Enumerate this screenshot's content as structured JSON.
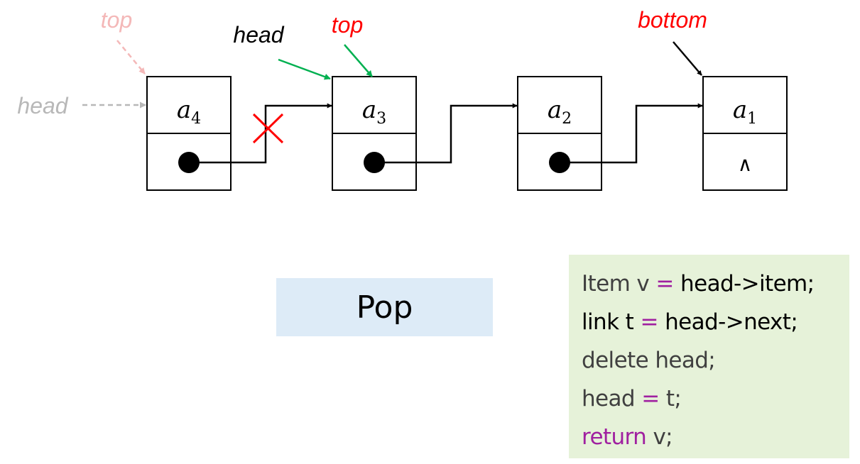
{
  "nodes": [
    {
      "var": "a",
      "sub": "4",
      "link": "dot"
    },
    {
      "var": "a",
      "sub": "3",
      "link": "dot"
    },
    {
      "var": "a",
      "sub": "2",
      "link": "dot"
    },
    {
      "var": "a",
      "sub": "1",
      "link": "∧"
    }
  ],
  "labels": {
    "old_top": "top",
    "old_head": "head",
    "new_head": "head",
    "new_top": "top",
    "bottom": "bottom"
  },
  "operation": "Pop",
  "code": [
    [
      {
        "t": "Item v ",
        "c": "gray"
      },
      {
        "t": "=",
        "c": "purple"
      },
      {
        "t": " head->item;",
        "c": "black"
      }
    ],
    [
      {
        "t": "link t ",
        "c": "black"
      },
      {
        "t": "=",
        "c": "purple"
      },
      {
        "t": " head->next;",
        "c": "black"
      }
    ],
    [
      {
        "t": "delete head;",
        "c": "gray"
      }
    ],
    [
      {
        "t": "head ",
        "c": "gray"
      },
      {
        "t": "=",
        "c": "purple"
      },
      {
        "t": " t;",
        "c": "gray"
      }
    ],
    [
      {
        "t": "return",
        "c": "purple"
      },
      {
        "t": " v;",
        "c": "gray"
      }
    ]
  ],
  "colors": {
    "faded_pink": "#f4b8b8",
    "faded_gray": "#b8b8b8",
    "red": "#ff0000",
    "green": "#00b050",
    "black": "#000000",
    "code_gray": "#404040",
    "code_purple": "#a020a0",
    "pop_bg": "#ddebf7",
    "code_bg": "#e6f2d9"
  }
}
